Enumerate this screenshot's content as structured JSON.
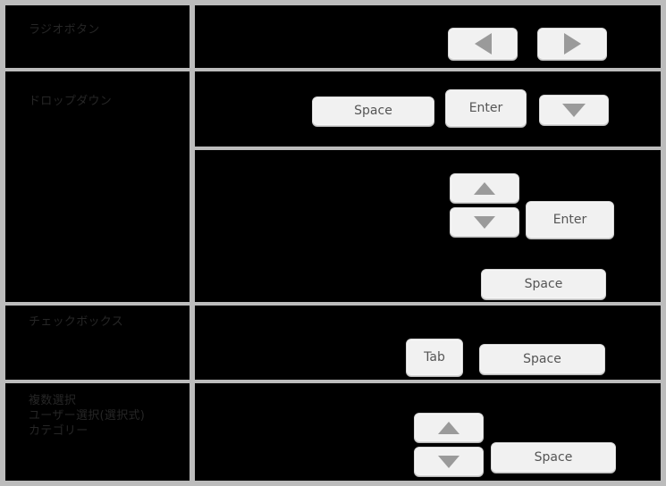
{
  "rows": [
    {
      "label": "ラジオボタン",
      "keys": [
        {
          "name": "left-arrow-key",
          "icon": "triangle-left-icon",
          "caption": ""
        },
        {
          "name": "right-arrow-key",
          "icon": "triangle-right-icon",
          "caption": ""
        }
      ]
    },
    {
      "label": "ドロップダウン",
      "keys_upper": [
        {
          "name": "space-key",
          "icon": "",
          "caption": "Space"
        },
        {
          "name": "enter-key",
          "icon": "",
          "caption": "Enter"
        },
        {
          "name": "down-arrow-key",
          "icon": "triangle-down-icon",
          "caption": ""
        }
      ],
      "keys_lower": [
        {
          "name": "up-arrow-key",
          "icon": "triangle-up-icon",
          "caption": ""
        },
        {
          "name": "down-arrow-key",
          "icon": "triangle-down-icon",
          "caption": ""
        },
        {
          "name": "enter-key",
          "icon": "",
          "caption": "Enter"
        },
        {
          "name": "space-key",
          "icon": "",
          "caption": "Space"
        }
      ]
    },
    {
      "label": "チェックボックス",
      "keys": [
        {
          "name": "tab-key",
          "icon": "",
          "caption": "Tab"
        },
        {
          "name": "space-key",
          "icon": "",
          "caption": "Space"
        }
      ]
    },
    {
      "label": "複数選択\nユーザー選択(選択式)\nカテゴリー",
      "keys": [
        {
          "name": "up-arrow-key",
          "icon": "triangle-up-icon",
          "caption": ""
        },
        {
          "name": "down-arrow-key",
          "icon": "triangle-down-icon",
          "caption": ""
        },
        {
          "name": "space-key",
          "icon": "",
          "caption": "Space"
        }
      ]
    }
  ],
  "labels": {
    "radio_button": "ラジオボタン",
    "dropdown": "ドロップダウン",
    "checkbox": "チェックボックス",
    "multi_select": "複数選択\nユーザー選択(選択式)\nカテゴリー"
  },
  "captions": {
    "space": "Space",
    "enter": "Enter",
    "tab": "Tab"
  },
  "colors": {
    "background": "#000000",
    "grid_line": "#bcbcbc",
    "key_face": "#f1f1f1",
    "key_border": "#d6d6d6",
    "key_text": "#555555",
    "glyph": "#9a9a9a",
    "label_text": "#262626"
  }
}
